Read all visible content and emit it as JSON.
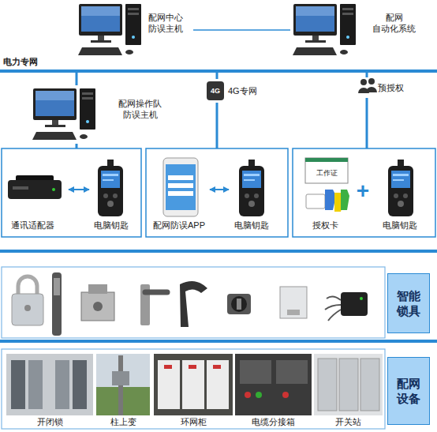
{
  "diagram": {
    "nodes": [
      {
        "text": [
          "配网中心 防误主机"
        ]
      },
      {
        "text": [
          "配网 自动化系统"
        ]
      },
      {
        "text": [
          "电力专网"
        ]
      },
      {
        "text": [
          "配网操作队 防误主机"
        ]
      },
      {
        "text": [
          "4G专网"
        ]
      },
      {
        "text": [
          "预授权"
        ]
      },
      {
        "text": [
          "通讯适配器"
        ]
      },
      {
        "text": [
          "电脑钥匙"
        ]
      },
      {
        "text": [
          "配网防误APP"
        ]
      },
      {
        "text": [
          "电脑钥匙"
        ]
      },
      {
        "text": [
          "授权卡"
        ]
      },
      {
        "text": [
          "电脑钥匙"
        ]
      },
      {
        "text": [
          "智能锁具"
        ]
      },
      {
        "text": [
          "配网设备"
        ]
      }
    ],
    "edges": [
      {
        "from": 0,
        "to": 1,
        "arrow": "none"
      },
      {
        "from": 2,
        "to": 3,
        "arrow": "none"
      },
      {
        "from": 2,
        "to": 4,
        "arrow": "none"
      },
      {
        "from": 2,
        "to": 5,
        "arrow": "none"
      },
      {
        "from": 6,
        "to": 7,
        "arrow": "both"
      },
      {
        "from": 8,
        "to": 9,
        "arrow": "both"
      }
    ],
    "labels": [
      "4G",
      "工作证",
      "+",
      "开闭锁",
      "柱上变",
      "环网柜",
      "电缆分接箱",
      "开关站"
    ]
  }
}
